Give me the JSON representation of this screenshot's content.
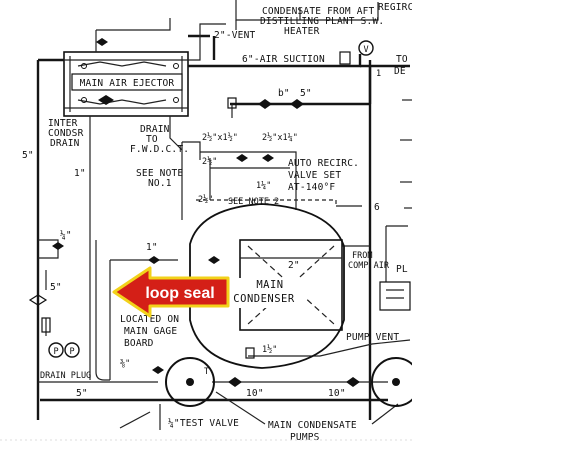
{
  "labels": {
    "condensate_top": "CONDENSATE FROM AFT",
    "distilling": "DISTILLING PLANT S.W.",
    "heater": "HEATER",
    "regirc": "REGIRC",
    "vent_2": "2\"-VENT",
    "main_air_ejector": "MAIN AIR EJECTOR",
    "air_suction": "6\"-AIR SUCTION",
    "pipe_5_top": "5\"",
    "size_b": "b\"",
    "to": "TO",
    "de": "DE",
    "inter": "INTER",
    "condsr": "CONDSR",
    "drain_left": "DRAIN",
    "drain_to": "DRAIN",
    "to_fwdct": "TO",
    "fwdct": "F.W.D.C.T.",
    "size_212x112": "2½\"x1½\"",
    "size_212x114": "2½\"x1¼\"",
    "see_note1_a": "SEE NOTE",
    "see_note1_b": "NO.1",
    "auto_recirc": "AUTO RECIRC.",
    "valve_set": "VALVE SET",
    "at_140": "AT-140°F",
    "see_note2": "SEE NOTE 2",
    "size_212_a": "2½\"",
    "size_212_b": "2½\"",
    "size_114": "1¼\"",
    "num_6": "6",
    "pipe_5_left": "5\"",
    "pipe_1": "1\"",
    "pipe_14": "¼\"",
    "pipe_1_mid": "1\"",
    "pipe_2": "2\"",
    "from": "FROM",
    "comp_air": "COMP AIR",
    "pl": "PL",
    "main": "MAIN",
    "condenser": "CONDENSER",
    "pipe_5_gage": "5\"",
    "located_on": "LOCATED ON",
    "main_gage": "MAIN GAGE",
    "board": "BOARD",
    "gauge_p": "P",
    "drain_plug": "DRAIN  PLUG",
    "pipe_38": "⅜\"",
    "pipe_112": "1½\"",
    "pump_vent": "PUMP VENT",
    "pipe_10a": "10\"",
    "pipe_10b": "10\"",
    "pipe_5_bottom": "5\"",
    "test_valve": "¼\"TEST VALVE",
    "main_condensate": "MAIN CONDENSATE",
    "pumps": "PUMPS",
    "tee_mark": "T",
    "valve_v": "V",
    "num_1": "1"
  },
  "callout": {
    "text": "loop seal",
    "fill_color": "#d41f17",
    "border_color": "#f2d21a"
  }
}
